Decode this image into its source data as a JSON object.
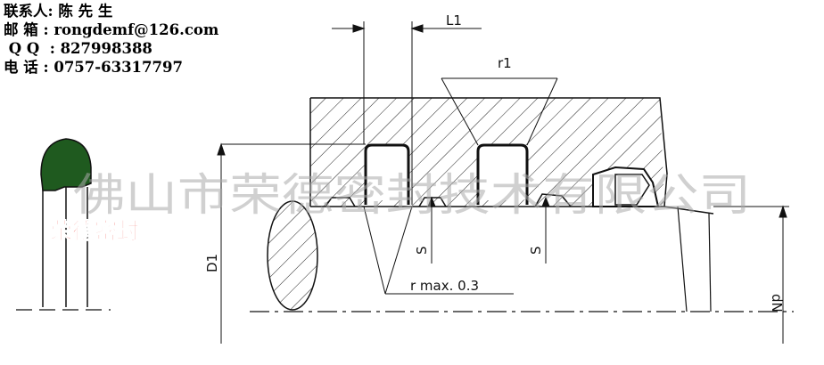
{
  "contact": {
    "person_label": "联系人:",
    "person_name": "陈 先 生",
    "email_label": "邮 箱 :",
    "email_value": "rongdemf@126.com",
    "qq_label": " Q Q  :",
    "qq_value": "827998388",
    "phone_label": "电 话 :",
    "phone_value": "0757-63317797"
  },
  "drawing": {
    "label_l1": "L1",
    "label_r1": "r1",
    "label_d1": "D1",
    "label_dn": "dN",
    "label_s_left": "S",
    "label_s_right": "S",
    "note_r_max": "r max. 0.3"
  },
  "watermark": {
    "text": "佛山市荣德密封技术有限公司"
  },
  "brand": {
    "text": "荣德密封",
    "color": "#e8160c",
    "seal_color": "#1f5a1f"
  }
}
